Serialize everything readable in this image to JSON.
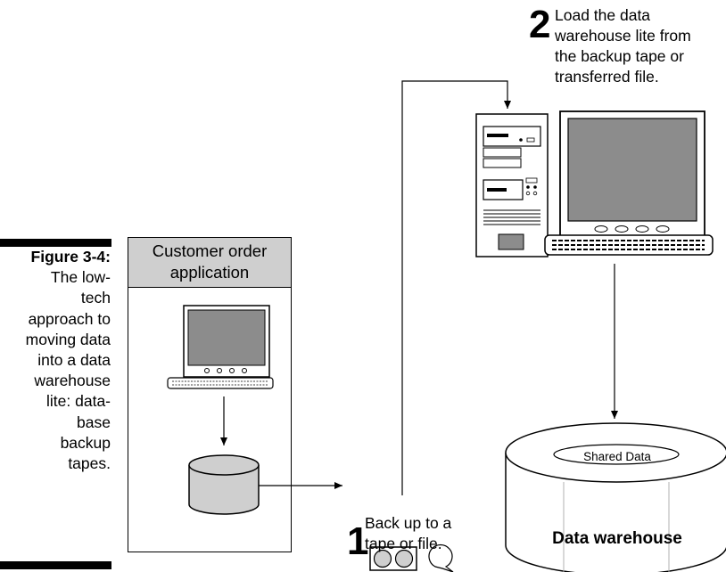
{
  "caption": {
    "figure_label": "Figure 3-4:",
    "text_lines": [
      "The low-",
      "tech",
      "approach to",
      "moving data",
      "into a data",
      "warehouse",
      "lite: data-",
      "base",
      "backup",
      "tapes."
    ]
  },
  "app_box": {
    "title_lines": [
      "Customer order",
      "application"
    ]
  },
  "steps": {
    "step1": {
      "number": "1",
      "lines": [
        "Back up to a",
        "tape or file."
      ]
    },
    "step2": {
      "number": "2",
      "lines": [
        "Load the data",
        "warehouse lite from",
        "the backup tape or",
        "transferred file."
      ]
    }
  },
  "warehouse": {
    "label": "Data warehouse",
    "inner_label": "Shared Data"
  },
  "icons": [
    "computer-icon",
    "keyboard-icon",
    "database-cylinder-icon",
    "tape-icon",
    "file-speech-icon",
    "desktop-tower-icon",
    "monitor-icon"
  ],
  "colors": {
    "fill_gray": "#cfcfcf",
    "monitor_screen": "#8c8c8c",
    "line": "#000000"
  }
}
